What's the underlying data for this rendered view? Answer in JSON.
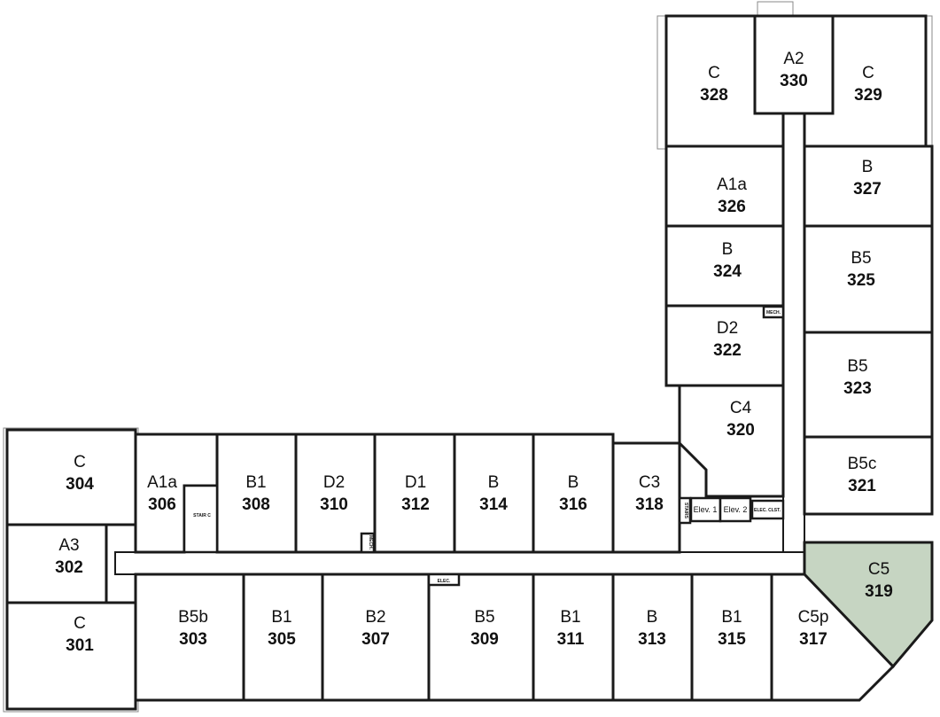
{
  "floor_plan": {
    "highlight_color": "#c6d5c2",
    "highlighted_unit": "319",
    "units": [
      {
        "type": "C",
        "number": "328"
      },
      {
        "type": "A2",
        "number": "330"
      },
      {
        "type": "C",
        "number": "329"
      },
      {
        "type": "A1a",
        "number": "326"
      },
      {
        "type": "B",
        "number": "327"
      },
      {
        "type": "B",
        "number": "324"
      },
      {
        "type": "B5",
        "number": "325"
      },
      {
        "type": "D2",
        "number": "322"
      },
      {
        "type": "B5",
        "number": "323"
      },
      {
        "type": "C4",
        "number": "320"
      },
      {
        "type": "B5c",
        "number": "321"
      },
      {
        "type": "C5",
        "number": "319"
      },
      {
        "type": "C",
        "number": "304"
      },
      {
        "type": "A3",
        "number": "302"
      },
      {
        "type": "C",
        "number": "301"
      },
      {
        "type": "A1a",
        "number": "306"
      },
      {
        "type": "B1",
        "number": "308"
      },
      {
        "type": "D2",
        "number": "310"
      },
      {
        "type": "D1",
        "number": "312"
      },
      {
        "type": "B",
        "number": "314"
      },
      {
        "type": "B",
        "number": "316"
      },
      {
        "type": "C3",
        "number": "318"
      },
      {
        "type": "B5b",
        "number": "303"
      },
      {
        "type": "B1",
        "number": "305"
      },
      {
        "type": "B2",
        "number": "307"
      },
      {
        "type": "B5",
        "number": "309"
      },
      {
        "type": "B1",
        "number": "311"
      },
      {
        "type": "B",
        "number": "313"
      },
      {
        "type": "B1",
        "number": "315"
      },
      {
        "type": "C5p",
        "number": "317"
      }
    ],
    "service_rooms": {
      "stair_c": "STAIR C",
      "mech_310": "MECH.",
      "elec_corridor": "ELEC.",
      "elev1": "Elev. 1",
      "elev2": "Elev. 2",
      "elec_closet": "ELEC. CLST.",
      "stairs": "STAIRS",
      "mech_322": "MECH."
    }
  }
}
